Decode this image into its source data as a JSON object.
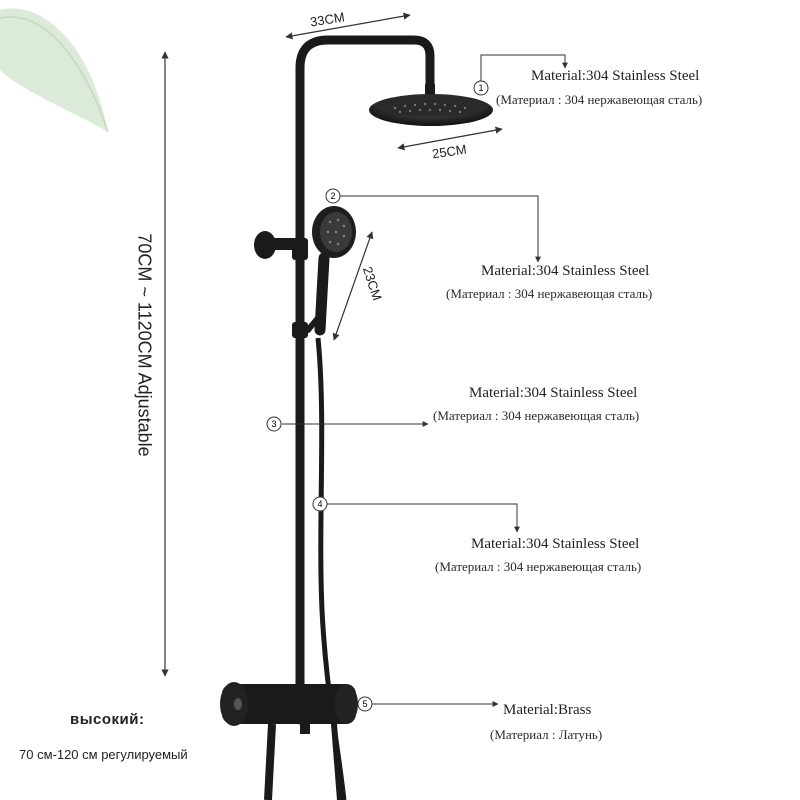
{
  "dimensions": {
    "top_width": "33CM",
    "head_diameter": "25CM",
    "handheld_length": "23CM",
    "height": "70CM ~ 1120CM Adjustable"
  },
  "callouts": [
    {
      "number": "1",
      "material": "Material:304 Stainless Steel",
      "material_ru": "(Материал  :  304 нержавеющая сталь)"
    },
    {
      "number": "2",
      "material": "Material:304 Stainless Steel",
      "material_ru": "(Материал  :  304 нержавеющая сталь)"
    },
    {
      "number": "3",
      "material": "Material:304 Stainless Steel",
      "material_ru": "(Материал  :  304 нержавеющая сталь)"
    },
    {
      "number": "4",
      "material": "Material:304 Stainless Steel",
      "material_ru": "(Материал  :  304 нержавеющая сталь)"
    },
    {
      "number": "5",
      "material": "Material:Brass",
      "material_ru": "(Материал  :  Латунь)"
    }
  ],
  "height_note": {
    "title": "высокий:",
    "text": "70 см-120 см регулируемый"
  },
  "colors": {
    "fixture": "#1a1a1a",
    "leaf": "#cfe3cc",
    "line": "#333333"
  }
}
